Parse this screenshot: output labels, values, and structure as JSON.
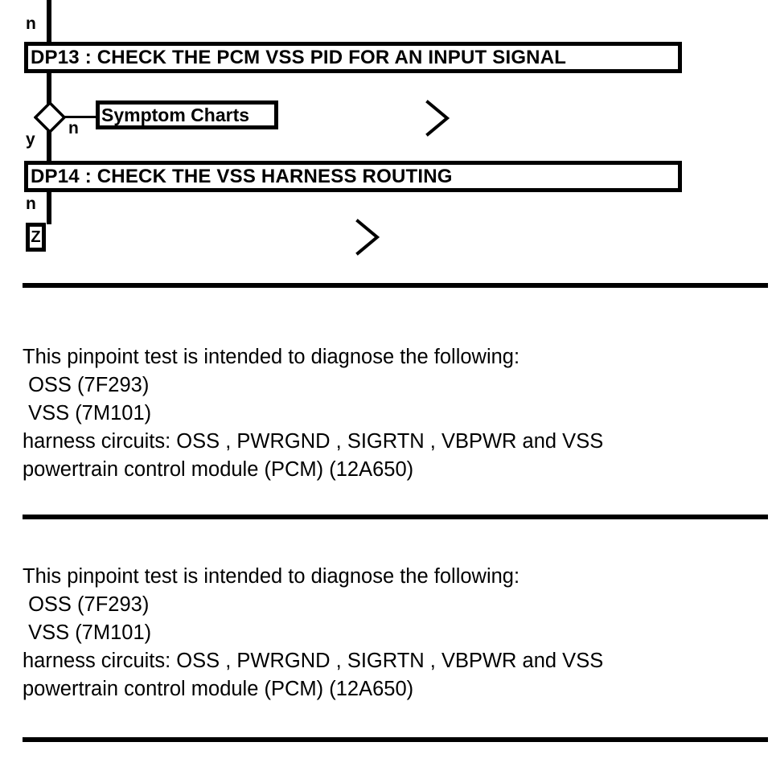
{
  "document": {
    "type": "pinpoint-test-flowchart",
    "background_color": "#ffffff",
    "ink_color": "#000000"
  },
  "flowchart": {
    "top_branch_label": "n",
    "steps": [
      {
        "id": "DP13",
        "label": "DP13 : CHECK THE PCM VSS PID FOR AN INPUT SIGNAL"
      },
      {
        "id": "DP14",
        "label": "DP14 : CHECK THE VSS HARNESS ROUTING"
      }
    ],
    "decision": {
      "yes_label": "y",
      "no_label": "n",
      "link_label": "Symptom Charts"
    },
    "terminal": {
      "branch_label": "n",
      "node_label": "Z"
    },
    "chevrons": [
      {
        "name": "chevron-upper"
      },
      {
        "name": "chevron-lower"
      }
    ]
  },
  "sections": [
    {
      "name": "pinpoint-test-description-1",
      "lines": [
        "This pinpoint test is intended to diagnose the following:",
        " OSS (7F293)",
        " VSS (7M101)",
        "harness circuits: OSS , PWRGND , SIGRTN , VBPWR and VSS",
        "powertrain control module (PCM) (12A650)"
      ]
    },
    {
      "name": "pinpoint-test-description-2",
      "lines": [
        "This pinpoint test is intended to diagnose the following:",
        " OSS (7F293)",
        " VSS (7M101)",
        "harness circuits: OSS , PWRGND , SIGRTN , VBPWR and VSS",
        "powertrain control module (PCM) (12A650)"
      ]
    }
  ]
}
